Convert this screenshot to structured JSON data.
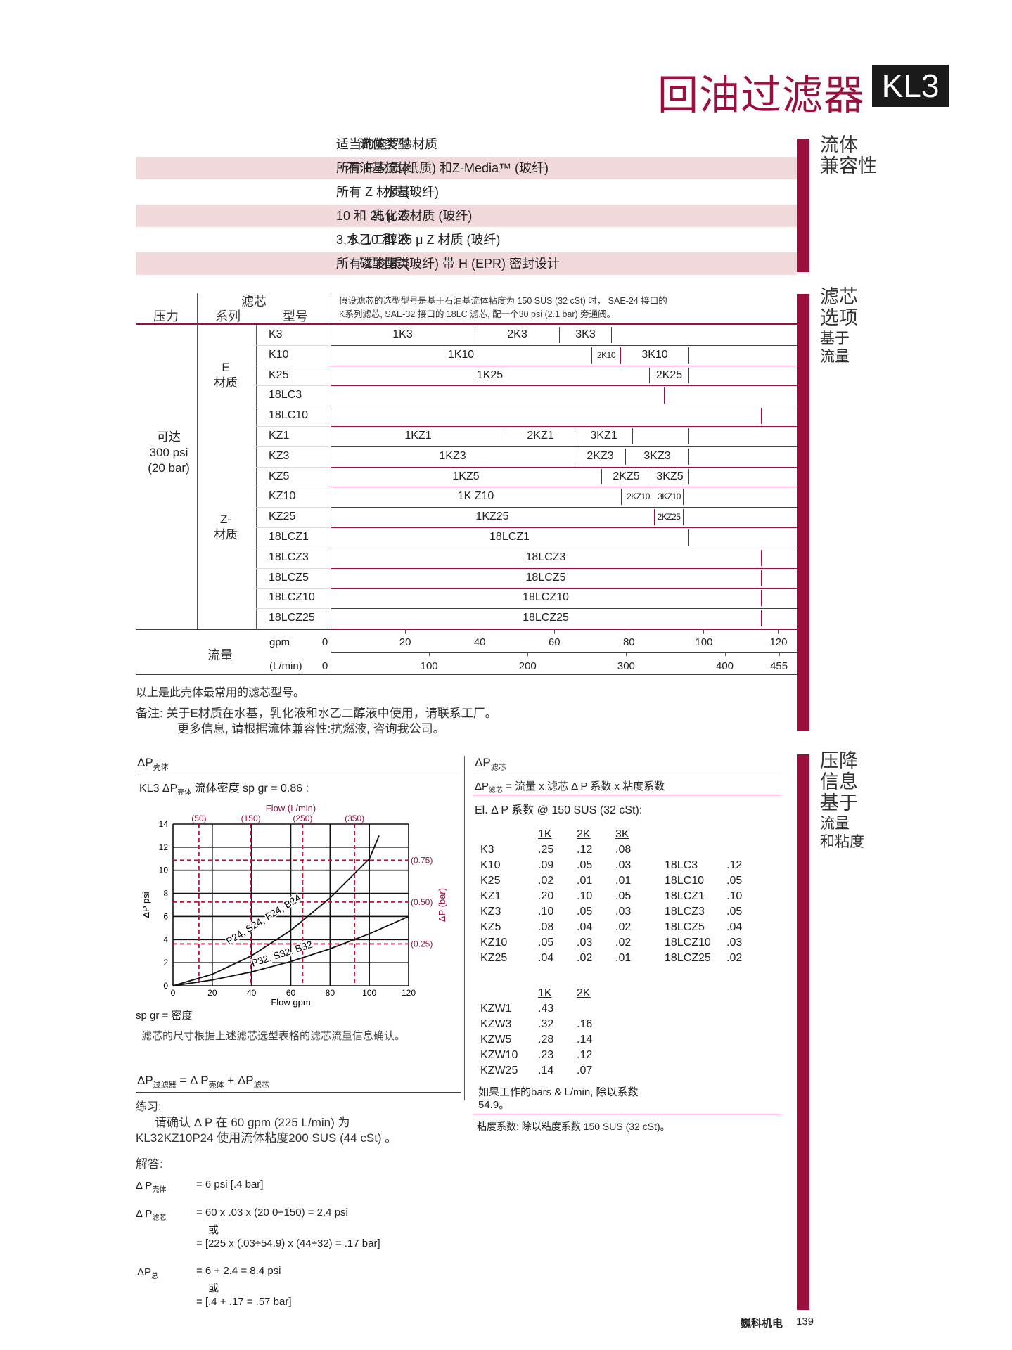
{
  "header": {
    "title": "回油过滤器",
    "badge": "KL3"
  },
  "sidebar_labels": {
    "s1": [
      "流体",
      "兼容性"
    ],
    "s2": [
      "滤芯",
      "选项",
      "基于",
      "流量"
    ],
    "s3": [
      "压降",
      "信息",
      "基于",
      "流量",
      "和粘度"
    ]
  },
  "fluid": {
    "header": {
      "left": "流体类型",
      "right": "适当的施罗德材质"
    },
    "rows": [
      {
        "left": "石油基流体",
        "right": "所有 E 材质(纸质) 和Z-Media™ (玻纤)"
      },
      {
        "left": "水基",
        "right": "所有  Z 材质    (玻纤)"
      },
      {
        "left": "乳化液",
        "right": "10 和 25 μ Z 材质 (玻纤)"
      },
      {
        "left": "水乙二醇液",
        "right": "3, 5, 10 和 25 μ Z 材质 (玻纤)"
      },
      {
        "left": "磷酸酯类",
        "right": "所有 Z 材质 (玻纤) 带  H (EPR) 密封设计"
      }
    ]
  },
  "selection": {
    "col_pressure": "压力",
    "col_element": "滤芯",
    "col_series": "系列",
    "col_model": "型号",
    "note": "假设滤芯的选型型号是基于石油基流体粘度为 150 SUS (32 cSt) 时， SAE-24 接口的K系列滤芯, SAE-32 接口的 18LC 滤芯, 配一个30 psi (2.1 bar) 旁通阀。",
    "pressure_lines": [
      "可达",
      "300 psi",
      "(20 bar)"
    ],
    "e_label": [
      "E",
      "材质"
    ],
    "z_label": [
      "Z-",
      "材质"
    ],
    "flow_label": "流量",
    "gpm_label": "gpm",
    "lmin_label": "(L/min)",
    "gpm_ticks": [
      "0",
      "20",
      "40",
      "60",
      "80",
      "100",
      "120"
    ],
    "lmin_ticks": [
      "0",
      "100",
      "200",
      "300",
      "400",
      "455"
    ],
    "rows": [
      {
        "model": "K3",
        "cells": [
          "1K3",
          "2K3",
          "3K3"
        ]
      },
      {
        "model": "K10",
        "cells": [
          "1K10",
          "2K10",
          "3K10"
        ]
      },
      {
        "model": "K25",
        "cells": [
          "1K25",
          "2K25"
        ]
      },
      {
        "model": "18LC3",
        "cells": []
      },
      {
        "model": "18LC10",
        "cells": []
      },
      {
        "model": "KZ1",
        "cells": [
          "1KZ1",
          "2KZ1",
          "3KZ1"
        ]
      },
      {
        "model": "KZ3",
        "cells": [
          "1KZ3",
          "2KZ3",
          "3KZ3"
        ]
      },
      {
        "model": "KZ5",
        "cells": [
          "1KZ5",
          "2KZ5",
          "3KZ5"
        ]
      },
      {
        "model": "KZ10",
        "cells": [
          "1K Z10",
          "2KZ10",
          "3KZ10"
        ]
      },
      {
        "model": "KZ25",
        "cells": [
          "1KZ25",
          "2KZ25"
        ]
      },
      {
        "model": "18LCZ1",
        "cells": [
          "18LCZ1"
        ]
      },
      {
        "model": "18LCZ3",
        "cells": [
          "18LCZ3"
        ]
      },
      {
        "model": "18LCZ5",
        "cells": [
          "18LCZ5"
        ]
      },
      {
        "model": "18LCZ10",
        "cells": [
          "18LCZ10"
        ]
      },
      {
        "model": "18LCZ25",
        "cells": [
          "18LCZ25"
        ]
      }
    ],
    "footnote1": "以上是此壳体最常用的滤芯型号。",
    "footnote2": "备注:  关于E材质在水基，乳化液和水乙二醇液中使用，请联系工厂。",
    "footnote3": "更多信息, 请根据流体兼容性:抗燃液, 咨询我公司。"
  },
  "housing": {
    "heading_main": "ΔP",
    "heading_sub": "壳体",
    "line_a": "KL3  ΔP",
    "line_sub": "壳体",
    "line_b": " 流体密度  sp gr = 0.86 :",
    "spgr": "sp gr = 密度",
    "sizing": "滤芯的尺寸根据上述滤芯选型表格的滤芯流量信息确认。"
  },
  "chart_data": {
    "type": "line",
    "title": "",
    "xlabel": "Flow gpm",
    "x2label": "Flow (L/min)",
    "ylabel": "ΔP psi",
    "y2label": "ΔP (bar)",
    "xlim": [
      0,
      120
    ],
    "ylim": [
      0,
      14
    ],
    "x_ticks": [
      "0",
      "20",
      "40",
      "60",
      "80",
      "100",
      "120"
    ],
    "y_ticks": [
      "0",
      "2",
      "4",
      "6",
      "8",
      "10",
      "12",
      "14"
    ],
    "x2_ticks": [
      "(50)",
      "(150)",
      "(250)",
      "(350)"
    ],
    "y2_ticks": [
      "(0.25)",
      "(0.50)",
      "(0.75)"
    ],
    "series": [
      {
        "name": "P24, S24, F24, B24",
        "x": [
          0,
          20,
          40,
          60,
          80,
          100,
          105
        ],
        "y": [
          0,
          1.0,
          2.6,
          4.8,
          7.6,
          11.0,
          13.0
        ]
      },
      {
        "name": "P32, S32, B32",
        "x": [
          0,
          20,
          40,
          60,
          80,
          100,
          120
        ],
        "y": [
          0,
          0.5,
          1.2,
          2.1,
          3.2,
          4.5,
          6.0
        ]
      }
    ],
    "grid": true
  },
  "element": {
    "heading_main": "ΔP",
    "heading_sub": "滤芯",
    "formula_main": "ΔP",
    "formula_sub": "滤芯",
    "formula_rest": "  = 流量 x 滤芯        Δ P 系数 x 粘度系数",
    "el_line": "El.  Δ P 系数  @ 150 SUS (32 cSt):",
    "t1_head": [
      "1K",
      "2K",
      "3K"
    ],
    "t1_rows": [
      [
        "K3",
        ".25",
        ".12",
        ".08"
      ],
      [
        "K10",
        ".09",
        ".05",
        ".03"
      ],
      [
        "K25",
        ".02",
        ".01",
        ".01"
      ],
      [
        "KZ1",
        ".20",
        ".10",
        ".05"
      ],
      [
        "KZ3",
        ".10",
        ".05",
        ".03"
      ],
      [
        "KZ5",
        ".08",
        ".04",
        ".02"
      ],
      [
        "KZ10",
        ".05",
        ".03",
        ".02"
      ],
      [
        "KZ25",
        ".04",
        ".02",
        ".01"
      ]
    ],
    "t2_rows": [
      [
        "18LC3",
        ".12"
      ],
      [
        "18LC10",
        ".05"
      ],
      [
        "18LCZ1",
        ".10"
      ],
      [
        "18LCZ3",
        ".05"
      ],
      [
        "18LCZ5",
        ".04"
      ],
      [
        "18LCZ10",
        ".03"
      ],
      [
        "18LCZ25",
        ".02"
      ]
    ],
    "t3_head": [
      "1K",
      "2K"
    ],
    "t3_rows": [
      [
        "KZW1",
        ".43",
        ""
      ],
      [
        "KZW3",
        ".32",
        ".16"
      ],
      [
        "KZW5",
        ".28",
        ".14"
      ],
      [
        "KZW10",
        ".23",
        ".12"
      ],
      [
        "KZW25",
        ".14",
        ".07"
      ]
    ],
    "note1a": "如果工作的bars & L/min, 除以系数",
    "note1b": "54.9。",
    "note2": "粘度系数:  除以粘度系数 150 SUS (32 cSt)。"
  },
  "exercise": {
    "formula": [
      "ΔP",
      "过滤器",
      " = ",
      "Δ P",
      "壳体",
      "  +  ",
      "ΔP",
      "滤芯"
    ],
    "label": "练习:",
    "line1": "请确认   Δ P 在 60 gpm (225 L/min) 为",
    "line2": "KL32KZ10P24 使用流体粘度200 SUS (44 cSt) 。",
    "answer_label": "解答:",
    "a1_label": "Δ P",
    "a1_sub": "壳体",
    "a1_line": "= 6 psi [.4 bar]",
    "a2_label": "Δ P",
    "a2_sub": "滤芯",
    "a2_line1": "= 60 x .03 x (20 0÷150) = 2.4 psi",
    "a2_line2": "或",
    "a2_line3": "= [225 x (.03÷54.9) x (44÷32) = .17 bar]",
    "a3_label": "ΔP",
    "a3_sub": "总",
    "a3_line1": "= 6 + 2.4 = 8.4 psi",
    "a3_line2": "或",
    "a3_line3": "= [.4 + .17 = .57 bar]"
  },
  "footer": {
    "company": "巍科机电",
    "page": "139"
  }
}
